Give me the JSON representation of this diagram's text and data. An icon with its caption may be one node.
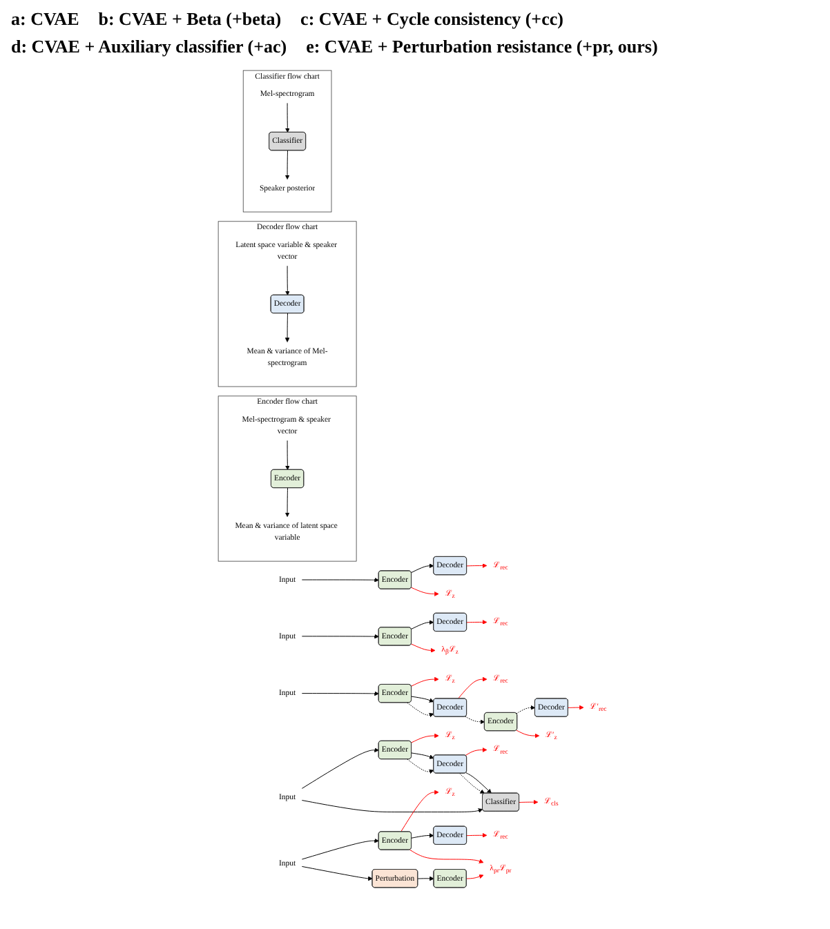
{
  "diagram": {
    "nodes": [
      {
        "text": [
          "Input"
        ]
      },
      {
        "text": [
          "Encoder"
        ]
      },
      {
        "text": [
          "Decoder"
        ]
      },
      {
        "text": [
          "ℒ$_{rec}$"
        ]
      },
      {
        "text": [
          "ℒ$_{z}$"
        ]
      },
      {
        "text": [
          "Input"
        ]
      },
      {
        "text": [
          "Encoder"
        ]
      },
      {
        "text": [
          "Decoder"
        ]
      },
      {
        "text": [
          "ℒ$_{rec}$"
        ]
      },
      {
        "text": [
          "λ$_{β}$ℒ$_{z}$"
        ]
      },
      {
        "text": [
          "Input"
        ]
      },
      {
        "text": [
          "Encoder"
        ]
      },
      {
        "text": [
          "ℒ$_{z}$"
        ]
      },
      {
        "text": [
          "Decoder"
        ]
      },
      {
        "text": [
          "ℒ$_{rec}$"
        ]
      },
      {
        "text": [
          "ℒ′$_{rec}$"
        ]
      },
      {
        "text": [
          "Decoder"
        ]
      },
      {
        "text": [
          "Encoder"
        ]
      },
      {
        "text": [
          "ℒ′$_{z}$"
        ]
      },
      {
        "text": [
          "ℒ$_{z}$"
        ]
      },
      {
        "text": [
          "Input"
        ]
      },
      {
        "text": [
          "Encoder"
        ]
      },
      {
        "text": [
          "Decoder"
        ]
      },
      {
        "text": [
          "ℒ$_{rec}$"
        ]
      },
      {
        "text": [
          "Classifier"
        ]
      },
      {
        "text": [
          "ℒ$_{cls}$"
        ]
      },
      {
        "text": [
          "ℒ$_{z}$"
        ]
      },
      {
        "text": [
          "Input"
        ]
      },
      {
        "text": [
          "Encoder"
        ]
      },
      {
        "text": [
          "Decoder"
        ]
      },
      {
        "text": [
          "ℒ$_{rec}$"
        ]
      },
      {
        "text": [
          "λ$_{pr}$ℒ$_{pr}$"
        ]
      },
      {
        "text": [
          "Perturbation"
        ]
      },
      {
        "text": [
          "Encoder"
        ]
      },
      {
        "text": [
          "Encoder flow chart"
        ]
      },
      {
        "text": [
          "Mel-spectrogram & speaker vector"
        ],
        "in": 34
      },
      {
        "text": [
          "Encoder"
        ],
        "in": 34
      },
      {
        "text": [
          "Mean & variance of latent space variable"
        ],
        "in": 34
      },
      {
        "text": [
          "Decoder flow chart"
        ]
      },
      {
        "text": [
          "Latent space variable & speaker vector"
        ],
        "in": 38
      },
      {
        "text": [
          "Decoder"
        ],
        "in": 38
      },
      {
        "text": [
          "Mean & variance of Mel-spectrogram"
        ],
        "in": 38
      },
      {
        "text": [
          "Classifier flow chart"
        ]
      },
      {
        "text": [
          "Mel-spectrogram"
        ],
        "in": 42
      },
      {
        "text": [
          "Classifier"
        ],
        "in": 42
      },
      {
        "text": [
          "Speaker posterior"
        ],
        "in": 42
      }
    ],
    "edges": [
      {
        "from": 0,
        "to": 1,
        "arrow": "to"
      },
      {
        "from": 1,
        "to": 2,
        "arrow": "to"
      },
      {
        "from": 2,
        "to": 3,
        "arrow": "to",
        "color": "#ff0000"
      },
      {
        "from": 1,
        "to": 4,
        "arrow": "to",
        "color": "#ff0000"
      },
      {
        "from": 5,
        "to": 6,
        "arrow": "to"
      },
      {
        "from": 6,
        "to": 7,
        "arrow": "to"
      },
      {
        "from": 7,
        "to": 8,
        "arrow": "to",
        "color": "#ff0000"
      },
      {
        "from": 6,
        "to": 9,
        "arrow": "to",
        "color": "#ff0000"
      },
      {
        "from": 10,
        "to": 11,
        "arrow": "to"
      },
      {
        "from": 11,
        "to": 13,
        "arrow": "to"
      },
      {
        "from": 11,
        "to": 12,
        "arrow": "to",
        "color": "#ff0000"
      },
      {
        "from": 11,
        "to": 13,
        "arrow": "to",
        "style": "dashed"
      },
      {
        "from": 13,
        "to": 14,
        "arrow": "to",
        "color": "#ff0000"
      },
      {
        "from": 13,
        "to": 17,
        "arrow": "to",
        "style": "dashed"
      },
      {
        "from": 17,
        "to": 16,
        "arrow": "to",
        "style": "dashed"
      },
      {
        "from": 16,
        "to": 15,
        "arrow": "to",
        "color": "#ff0000"
      },
      {
        "from": 17,
        "to": 18,
        "arrow": "to",
        "color": "#ff0000"
      },
      {
        "from": 20,
        "to": 21,
        "arrow": "to"
      },
      {
        "from": 21,
        "to": 22,
        "arrow": "to"
      },
      {
        "from": 21,
        "to": 19,
        "arrow": "to",
        "color": "#ff0000"
      },
      {
        "from": 21,
        "to": 22,
        "arrow": "to",
        "style": "dashed"
      },
      {
        "from": 22,
        "to": 23,
        "arrow": "to",
        "color": "#ff0000"
      },
      {
        "from": 22,
        "to": 24,
        "arrow": "to"
      },
      {
        "from": 22,
        "to": 24,
        "arrow": "to",
        "style": "dashed"
      },
      {
        "from": 20,
        "to": 24,
        "arrow": "to"
      },
      {
        "from": 24,
        "to": 25,
        "arrow": "to",
        "color": "#ff0000"
      },
      {
        "from": 27,
        "to": 28,
        "arrow": "to"
      },
      {
        "from": 28,
        "to": 29,
        "arrow": "to"
      },
      {
        "from": 28,
        "to": 26,
        "arrow": "to",
        "color": "#ff0000"
      },
      {
        "from": 29,
        "to": 30,
        "arrow": "to",
        "color": "#ff0000"
      },
      {
        "from": 28,
        "to": 31,
        "arrow": "to",
        "color": "#ff0000"
      },
      {
        "from": 33,
        "to": 31,
        "arrow": "to",
        "color": "#ff0000"
      },
      {
        "from": 27,
        "to": 32,
        "arrow": "to"
      },
      {
        "from": 32,
        "to": 33,
        "arrow": "to"
      },
      {
        "from": 35,
        "to": 36,
        "arrow": "to"
      },
      {
        "from": 36,
        "to": 37,
        "arrow": "to"
      },
      {
        "from": 39,
        "to": 40,
        "arrow": "to"
      },
      {
        "from": 40,
        "to": 41,
        "arrow": "to"
      },
      {
        "from": 43,
        "to": 44,
        "arrow": "to"
      },
      {
        "from": 44,
        "to": 45,
        "arrow": "to"
      }
    ],
    "labels": [
      "a: CVAE",
      "b: CVAE + Beta (+beta)",
      "c: CVAE + Cycle consistency (+cc)",
      "d: CVAE + Auxiliary classifier (+ac)",
      "e: CVAE + Perturbation resistance (+pr, ours)"
    ]
  }
}
